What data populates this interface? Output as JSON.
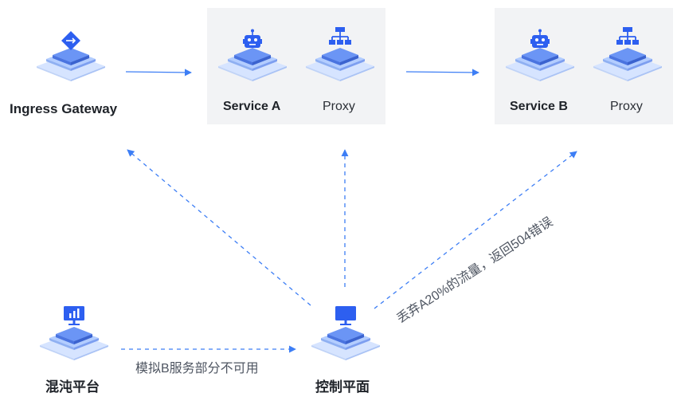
{
  "nodes": {
    "ingress": {
      "label": "Ingress Gateway",
      "icon": "arrow-right-diamond-icon"
    },
    "service_a": {
      "label": "Service A",
      "icon": "robot-icon"
    },
    "proxy_a": {
      "label": "Proxy",
      "icon": "network-icon"
    },
    "service_b": {
      "label": "Service B",
      "icon": "robot-icon"
    },
    "proxy_b": {
      "label": "Proxy",
      "icon": "network-icon"
    },
    "chaos": {
      "label": "混沌平台",
      "icon": "monitor-chart-icon"
    },
    "control": {
      "label": "控制平面",
      "icon": "monitor-icon"
    }
  },
  "edges": {
    "chaos_to_control": "模拟B服务部分不可用",
    "control_to_b": "丢弃A20%的流量，返回504错误"
  },
  "colors": {
    "arrow": "#3d7ef5",
    "accent": "#3370ff",
    "panel": "#f2f3f5"
  }
}
